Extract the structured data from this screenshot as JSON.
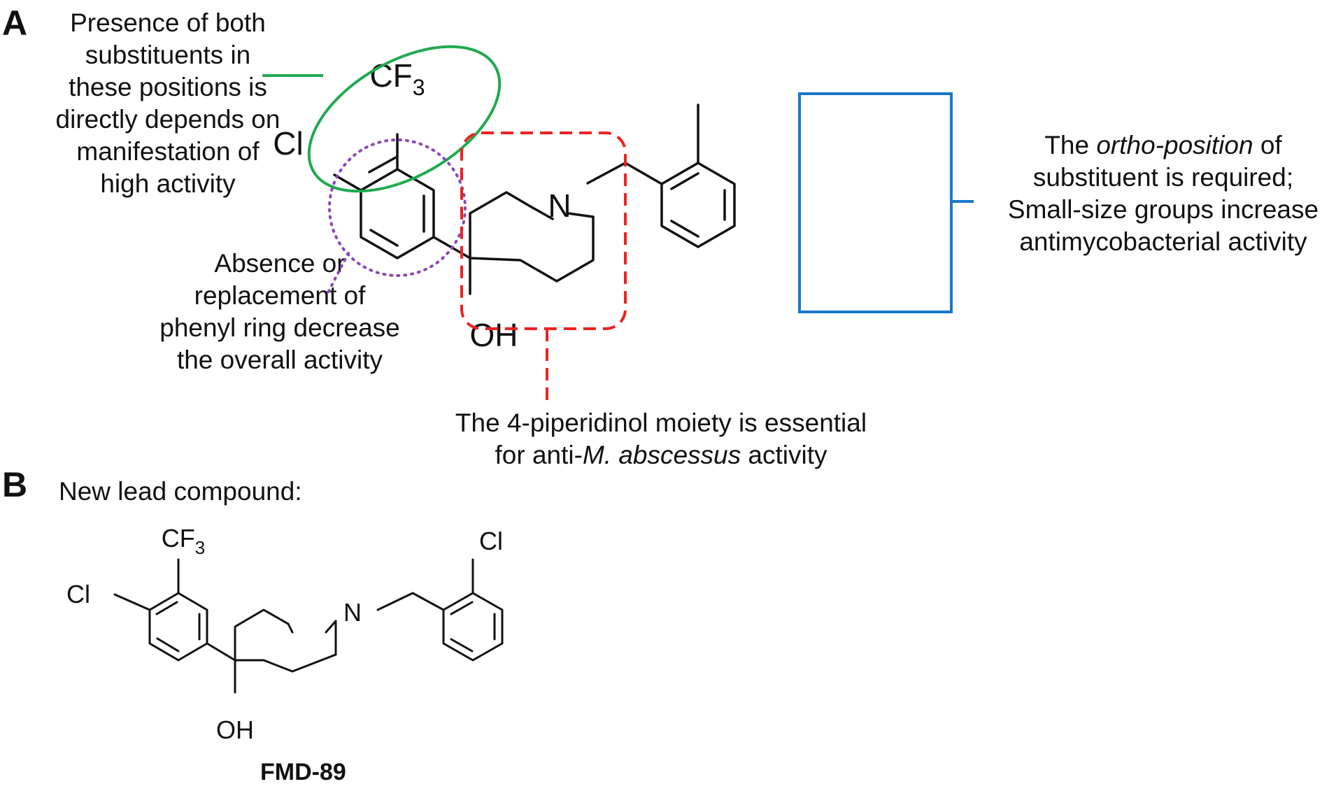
{
  "panel_a": {
    "letter": "A",
    "annotations": {
      "substituents": "Presence of both\nsubstituents in\nthese positions is\ndirectly depends on\nmanifestation of\nhigh activity",
      "phenyl": "Absence or\nreplacement of\nphenyl ring decrease\nthe overall activity",
      "piperidinol_line1": "The 4-piperidinol moiety is essential",
      "piperidinol_line2_pre": "for anti-",
      "piperidinol_line2_italic": "M. abscessus",
      "piperidinol_line2_post": " activity",
      "ortho_pre": "The ",
      "ortho_italic": "ortho-position",
      "ortho_post": " of",
      "ortho_rest": "substituent is required;\nSmall-size groups increase\nantimycobacterial activity"
    },
    "atoms": {
      "cl": "Cl",
      "cf": "CF",
      "cf_sub": "3",
      "n": "N",
      "oh": "OH"
    },
    "colors": {
      "green": "#20aa50",
      "purple": "#8a49b4",
      "red": "#ee2222",
      "blue": "#1a78c8"
    }
  },
  "panel_b": {
    "letter": "B",
    "heading": "New lead compound:",
    "atoms": {
      "cl_left": "Cl",
      "cf": "CF",
      "cf_sub": "3",
      "n": "N",
      "oh": "OH",
      "cl_right": "Cl"
    },
    "compound_name": "FMD-89"
  }
}
